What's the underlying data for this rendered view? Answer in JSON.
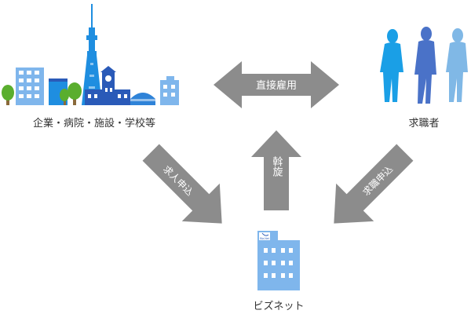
{
  "nodes": {
    "employers": {
      "label": "企業・病院・施設・学校等"
    },
    "job_seekers": {
      "label": "求職者"
    },
    "biznet": {
      "label": "ビズネット",
      "logo_text": "Biz-Net"
    }
  },
  "arrows": {
    "direct_employment": {
      "label": "直接雇用"
    },
    "mediation": {
      "label": "斡旋"
    },
    "job_offer": {
      "label": "求人申込"
    },
    "job_application": {
      "label": "求職申込"
    }
  },
  "colors": {
    "arrow": "#8c8c8c",
    "arrow_text": "#ffffff",
    "blue_light": "#7fb6ec",
    "blue_mid": "#2f83d8",
    "blue_dark": "#2a5ab8",
    "sky_tree": "#1f8ee0",
    "green": "#5aae2e",
    "trunk": "#8a6a3a",
    "person_cyan": "#1a9fe6",
    "person_blue": "#4a72c8",
    "person_light": "#80b8e6",
    "label": "#333333"
  }
}
